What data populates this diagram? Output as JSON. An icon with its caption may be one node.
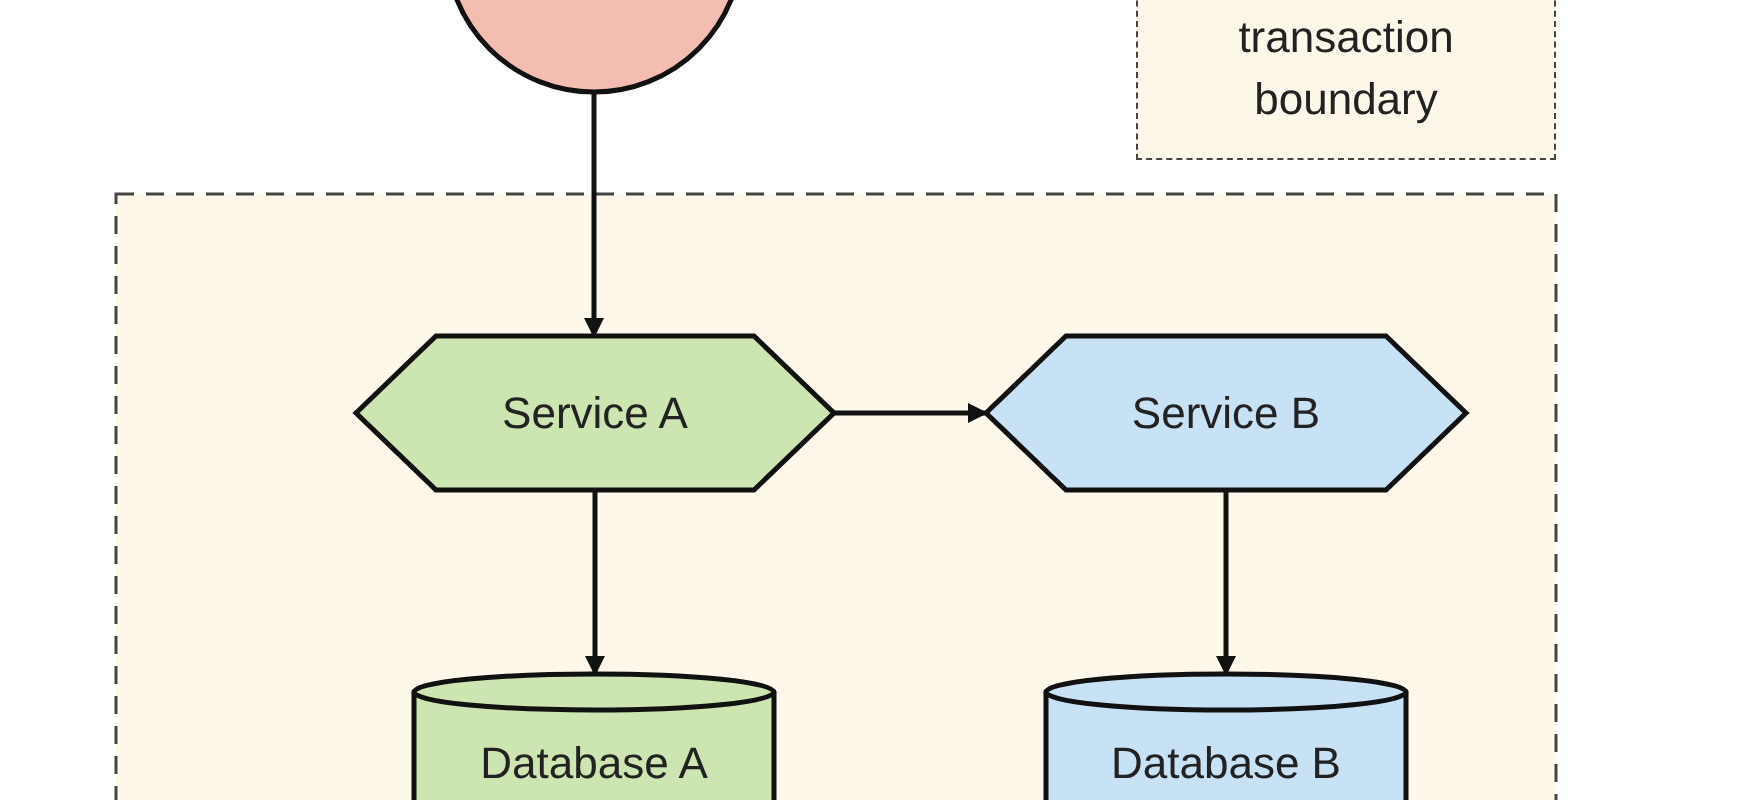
{
  "diagram": {
    "nodes": [
      {
        "text": [],
        "shape": "circle"
      },
      {
        "text": [],
        "shape": "box"
      },
      {
        "text": [
          "Service A"
        ],
        "in": 1
      },
      {
        "text": [
          "Service B"
        ],
        "in": 1
      },
      {
        "text": [
          "Database A"
        ],
        "in": 1
      },
      {
        "text": [
          "Database B"
        ],
        "in": 1
      }
    ],
    "edges": [
      {
        "from": 0,
        "to": 2,
        "arrow": "to"
      },
      {
        "from": 2,
        "to": 3,
        "arrow": "to"
      },
      {
        "from": 2,
        "to": 4,
        "arrow": "to"
      },
      {
        "from": 3,
        "to": 5,
        "arrow": "to"
      }
    ],
    "legend": [
      {
        "text": "transaction boundary"
      }
    ]
  }
}
